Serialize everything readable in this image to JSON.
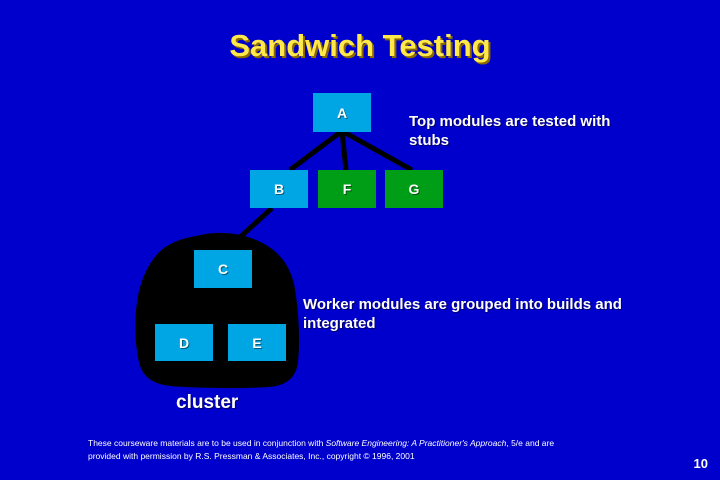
{
  "slide": {
    "title": "Sandwich Testing",
    "background_color": "#0000cc",
    "title_color": "#ffe84a",
    "page_number": "10"
  },
  "diagram": {
    "nodes": [
      {
        "id": "A",
        "label": "A",
        "color": "#00a6e4",
        "kind": "top-module"
      },
      {
        "id": "B",
        "label": "B",
        "color": "#00a6e4",
        "kind": "top-module"
      },
      {
        "id": "F",
        "label": "F",
        "color": "#009e16",
        "kind": "stub"
      },
      {
        "id": "G",
        "label": "G",
        "color": "#009e16",
        "kind": "stub"
      },
      {
        "id": "C",
        "label": "C",
        "color": "#00a6e4",
        "kind": "worker-module"
      },
      {
        "id": "D",
        "label": "D",
        "color": "#00a6e4",
        "kind": "worker-module"
      },
      {
        "id": "E",
        "label": "E",
        "color": "#00a6e4",
        "kind": "worker-module"
      }
    ],
    "edges": [
      {
        "from": "A",
        "to": "B"
      },
      {
        "from": "A",
        "to": "F"
      },
      {
        "from": "A",
        "to": "G"
      },
      {
        "from": "B",
        "to": "C"
      },
      {
        "from": "C",
        "to": "D"
      },
      {
        "from": "C",
        "to": "E"
      }
    ],
    "cluster_label": "cluster",
    "cluster_color": "#000000"
  },
  "annotations": {
    "top_modules": "Top modules are tested with stubs",
    "worker_modules": "Worker modules are grouped into builds and integrated"
  },
  "footer": {
    "line1_pre": "These courseware materials are to be used in conjunction with ",
    "line1_italic": "Software Engineering: A Practitioner's Approach",
    "line1_post": ", 5/e and are",
    "line2": "provided with permission by R.S. Pressman & Associates, Inc., copyright © 1996, 2001"
  }
}
